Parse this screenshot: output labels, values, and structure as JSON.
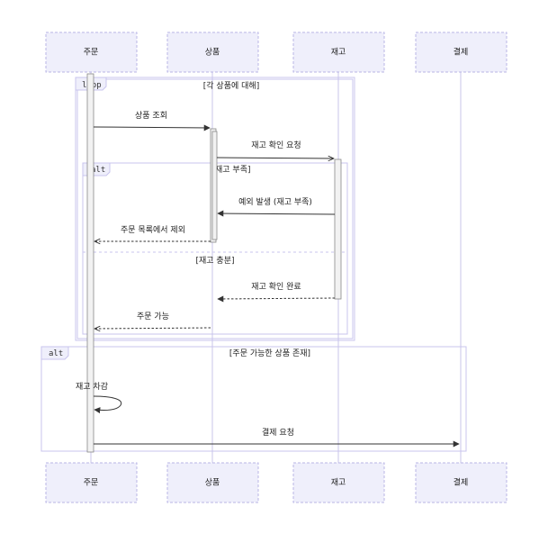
{
  "actors": [
    {
      "id": "order",
      "label": "주문"
    },
    {
      "id": "product",
      "label": "상품"
    },
    {
      "id": "stock",
      "label": "재고"
    },
    {
      "id": "payment",
      "label": "결제"
    }
  ],
  "frames": [
    {
      "id": "loop",
      "keyword": "loop",
      "condition": "[각 상품에 대해]"
    },
    {
      "id": "alt-inner",
      "keyword": "alt",
      "condition": "[재고 부족]",
      "else_condition": "[재고 충분]"
    },
    {
      "id": "alt-outer",
      "keyword": "alt",
      "condition": "[주문 가능한 상품 존재]"
    }
  ],
  "messages": [
    {
      "id": "m1",
      "label": "상품 조회",
      "from": "order",
      "to": "product",
      "style": "solid",
      "arrow": "filled"
    },
    {
      "id": "m2",
      "label": "재고 확인 요청",
      "from": "product",
      "to": "stock",
      "style": "solid",
      "arrow": "open"
    },
    {
      "id": "m3",
      "label": "예외 발생 (재고 부족)",
      "from": "stock",
      "to": "product",
      "style": "solid",
      "arrow": "filled"
    },
    {
      "id": "m4",
      "label": "주문 목록에서 제외",
      "from": "product",
      "to": "order",
      "style": "dashed",
      "arrow": "open"
    },
    {
      "id": "m5",
      "label": "재고 확인 완료",
      "from": "stock",
      "to": "product",
      "style": "dashed",
      "arrow": "filled"
    },
    {
      "id": "m6",
      "label": "주문 가능",
      "from": "product",
      "to": "order",
      "style": "dashed",
      "arrow": "open"
    },
    {
      "id": "m7",
      "label": "재고 차감",
      "from": "order",
      "to": "order",
      "style": "solid",
      "arrow": "filled"
    },
    {
      "id": "m8",
      "label": "결제 요청",
      "from": "order",
      "to": "payment",
      "style": "solid",
      "arrow": "filled"
    }
  ],
  "colors": {
    "actor_fill": "#efeffb",
    "actor_stroke": "#b9b6e6",
    "lifeline": "#c9c6ea",
    "frame_stroke": "#c8c4ee",
    "arrow": "#333333"
  }
}
